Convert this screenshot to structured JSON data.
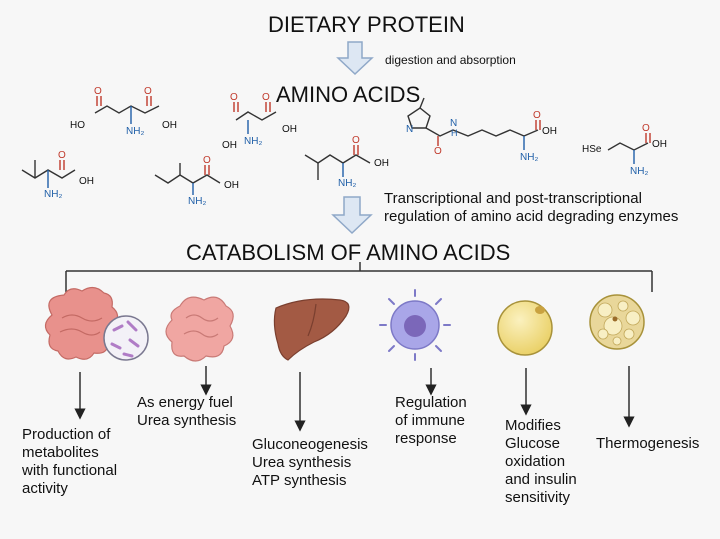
{
  "titles": {
    "dietary_protein": "DIETARY PROTEIN",
    "amino_acids": "AMINO ACIDS",
    "catabolism": "CATABOLISM OF AMINO ACIDS"
  },
  "notes": {
    "digestion": "digestion and absorption",
    "regulation_line1": "Transcriptional and post-transcriptional",
    "regulation_line2": "regulation of amino acid degrading enzymes"
  },
  "chem": {
    "ho": "HO",
    "oh": "OH",
    "o": "O",
    "nh2": "NH₂",
    "n": "N",
    "h": "H",
    "hse": "HSe"
  },
  "outcomes": [
    {
      "lines": [
        "Production of",
        "metabolites",
        "with functional",
        "activity"
      ]
    },
    {
      "lines": [
        "As energy fuel",
        "Urea synthesis"
      ]
    },
    {
      "lines": [
        "Gluconeogenesis",
        "Urea synthesis",
        "ATP synthesis"
      ]
    },
    {
      "lines": [
        "Regulation",
        "of immune",
        "response"
      ]
    },
    {
      "lines": [
        "Modifies",
        "Glucose",
        "oxidation",
        "and insulin",
        "sensitivity"
      ]
    },
    {
      "lines": [
        "Thermogenesis"
      ]
    }
  ],
  "icons": [
    "intestine-microbiota-icon",
    "small-intestine-icon",
    "liver-icon",
    "immune-cell-icon",
    "adipocyte-icon",
    "brown-adipocyte-icon"
  ],
  "colors": {
    "arrow_fill": "#dde7f3",
    "arrow_stroke": "#8fa8c8",
    "intestine": "#e8918c",
    "liver": "#a35a44",
    "immune": "#a9a6e8",
    "fat": "#f3e08a",
    "oxygen_red": "#c0392b",
    "nitrogen_blue": "#1f5fa8"
  }
}
